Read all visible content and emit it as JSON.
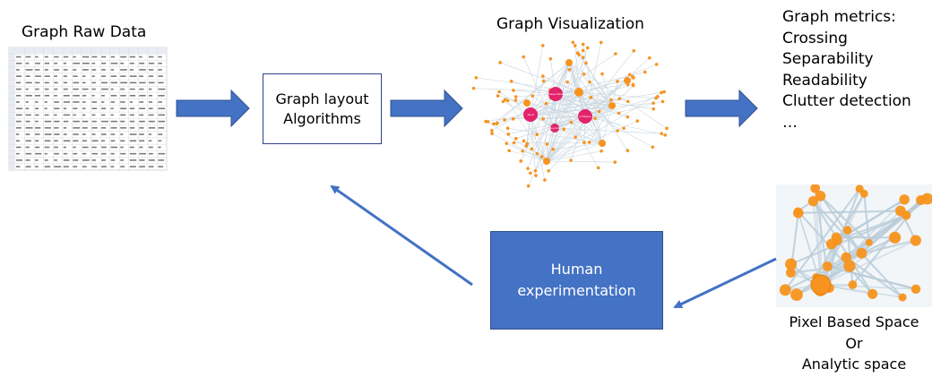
{
  "titles": {
    "raw_data": "Graph Raw Data",
    "visualization": "Graph Visualization",
    "metrics_heading": "Graph metrics:"
  },
  "metrics": [
    "Crossing",
    "Separability",
    "Readability",
    "Clutter detection",
    "…"
  ],
  "algo_box": {
    "line1": "Graph layout",
    "line2": "Algorithms"
  },
  "human_box": {
    "line1": "Human",
    "line2": "experimentation"
  },
  "pixel_space": {
    "line1": "Pixel Based Space",
    "line2": "Or",
    "line3": "Analytic space"
  },
  "graph_node_labels": [
    "Kanye West",
    "Jay-Z",
    "Lil Wayne",
    "Beyonce",
    "Drake"
  ],
  "colors": {
    "arrow_fill": "#4472C4",
    "arrow_stroke": "#2F528F",
    "node_orange": "#F7931E",
    "node_pink": "#E3226B",
    "edge": "#C9D6DF"
  }
}
